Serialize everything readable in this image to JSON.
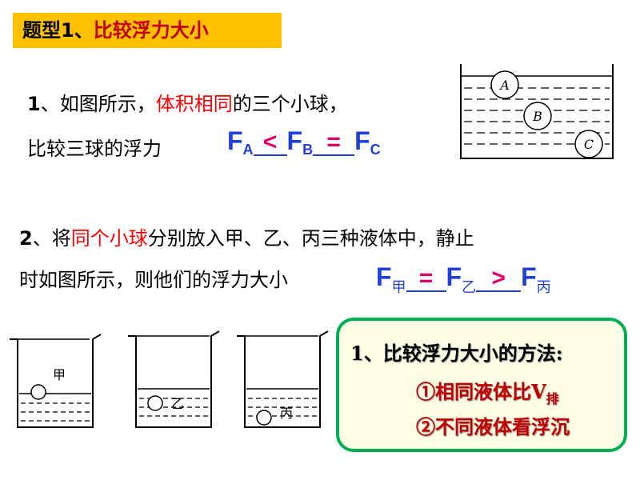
{
  "title": {
    "prefix": "题型1、",
    "topic": "比较浮力大小"
  },
  "q1": {
    "number": "1",
    "text_a": "、如图所示，",
    "highlight": "体积相同",
    "text_b": "的三个小球，",
    "line2": "比较三球的浮力",
    "answer": {
      "f1": "F",
      "s1": "A",
      "r1": "<",
      "f2": "F",
      "s2": "B",
      "r2": "=",
      "f3": "F",
      "s3": "C"
    },
    "balls": [
      "A",
      "B",
      "C"
    ]
  },
  "q2": {
    "number": "2",
    "text_a": "、将",
    "highlight": "同个小球",
    "text_b": "分别放入甲、乙、丙三种液体中，静止",
    "line2": "时如图所示，则他们的浮力大小",
    "answer": {
      "f1": "F",
      "s1": "甲",
      "r1": "=",
      "f2": "F",
      "s2": "乙",
      "r2": ">",
      "f3": "F",
      "s3": "丙"
    },
    "beakers": [
      "甲",
      "乙",
      "丙"
    ]
  },
  "method": {
    "title": "1、比较浮力大小的方法:",
    "item1": "①相同液体比V",
    "item1_sub": "排",
    "item2": "②不同液体看浮沉"
  },
  "colors": {
    "title_bg": "#ffc000",
    "answer": "#1f3fd8",
    "highlight": "#ff0000",
    "method_border": "#00b050",
    "method_text": "#c00000"
  }
}
